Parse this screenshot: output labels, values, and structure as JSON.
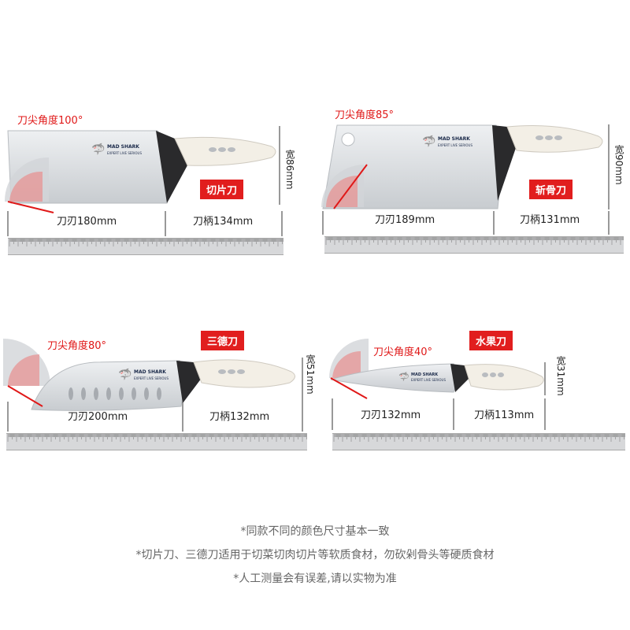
{
  "knives": [
    {
      "angle": "刀尖角度100°",
      "name": "切片刀",
      "blade": "刀刃180mm",
      "handle": "刀柄134mm",
      "width": "宽86mm"
    },
    {
      "angle": "刀尖角度85°",
      "name": "斩骨刀",
      "blade": "刀刃189mm",
      "handle": "刀柄131mm",
      "width": "宽90mm"
    },
    {
      "angle": "刀尖角度80°",
      "name": "三德刀",
      "blade": "刀刃200mm",
      "handle": "刀柄132mm",
      "width": "宽51mm"
    },
    {
      "angle": "刀尖角度40°",
      "name": "水果刀",
      "blade": "刀刃132mm",
      "handle": "刀柄113mm",
      "width": "宽31mm"
    }
  ],
  "brand": {
    "logo_text": "MAD SHARK",
    "tagline": "EXPERT LIVE SERIOUS"
  },
  "notes": [
    "*同款不同的颜色尺寸基本一致",
    "*切片刀、三德刀适用于切菜切肉切片等软质食材，勿砍剁骨头等硬质食材",
    "*人工测量会有误差,请以实物为准"
  ],
  "colors": {
    "accent_red": "#e01818",
    "blade": "#d9dcdf",
    "handle": "#f3efe6",
    "ruler": "#d7d8da"
  }
}
